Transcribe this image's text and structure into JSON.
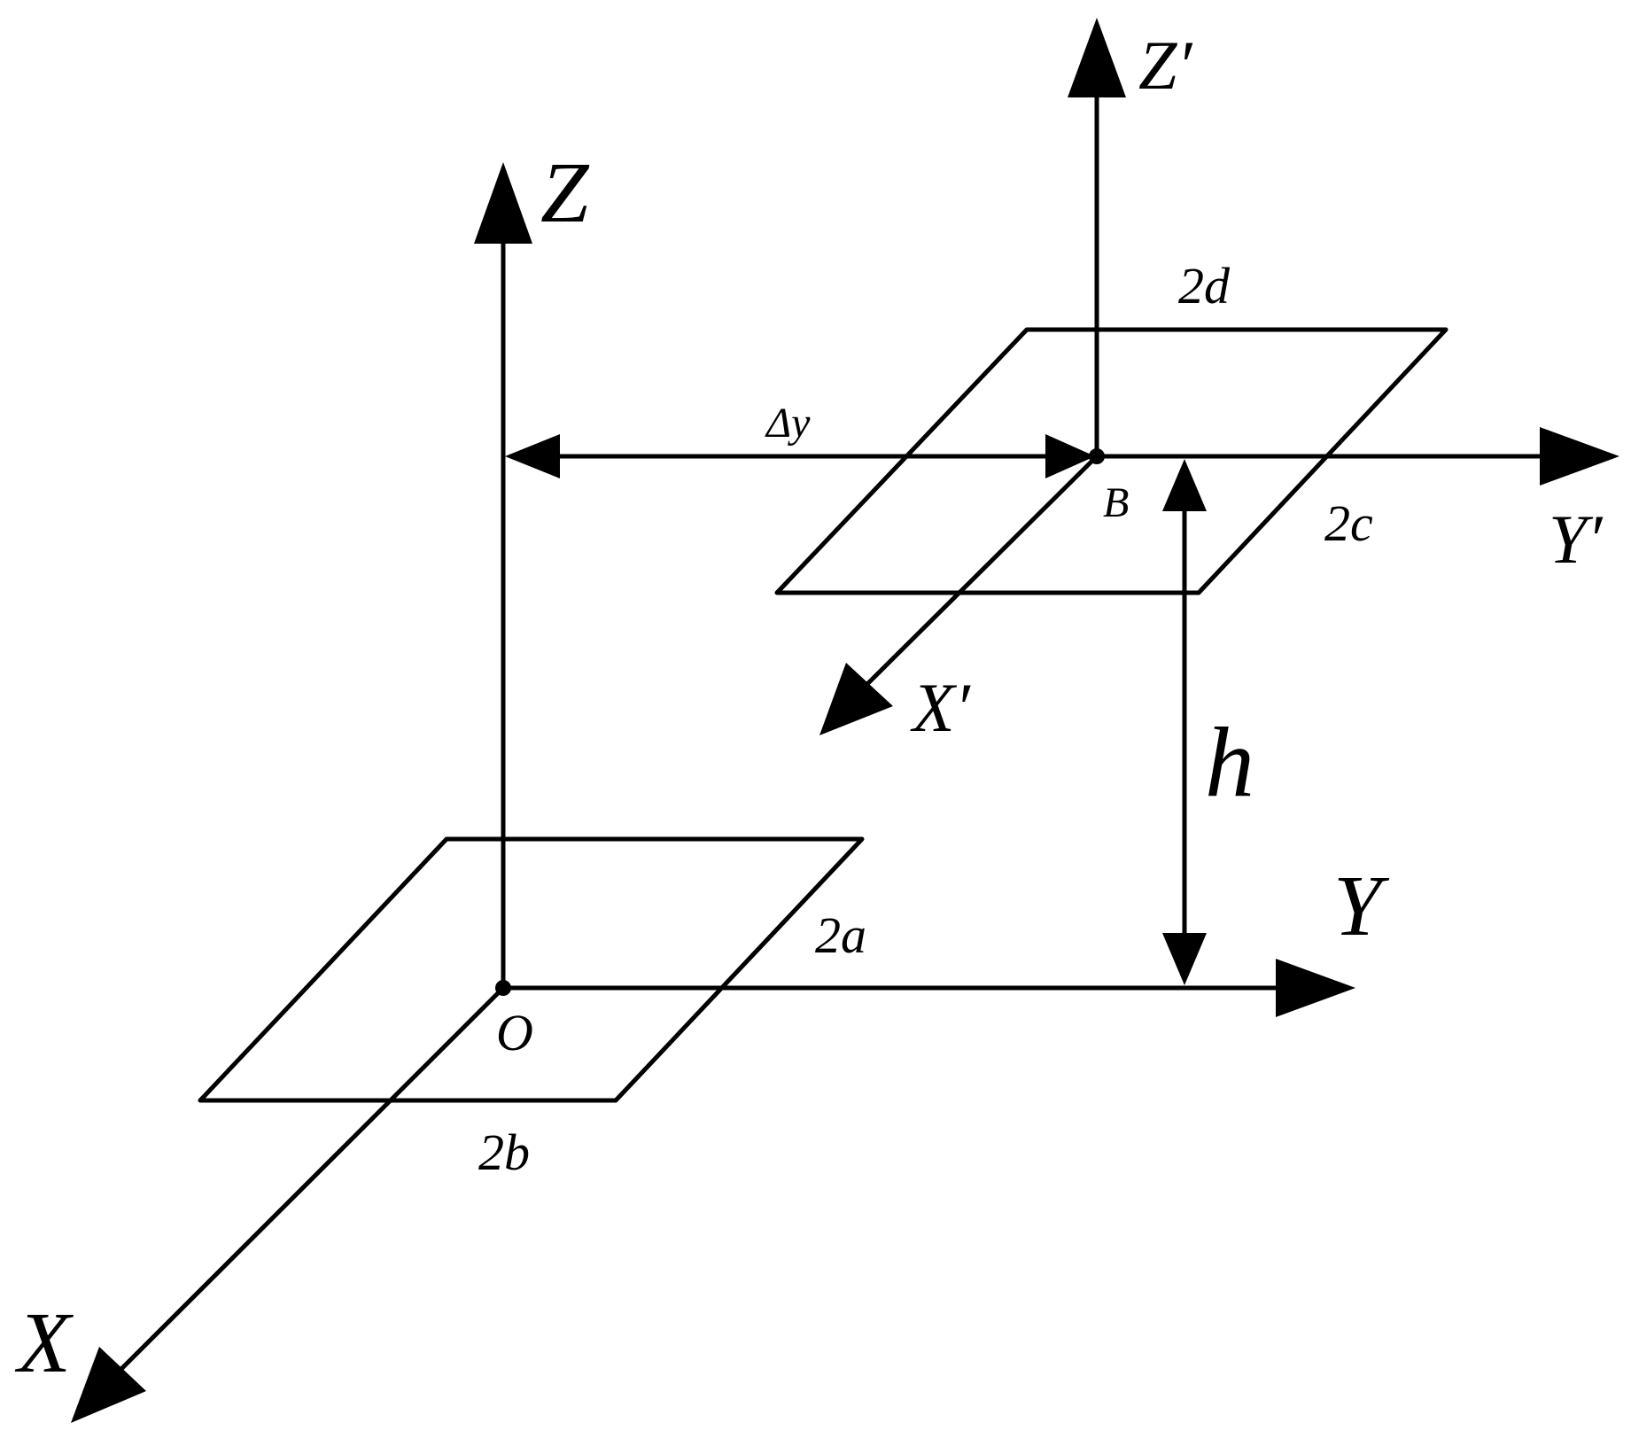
{
  "colors": {
    "stroke": "#000000",
    "background": "#ffffff"
  },
  "labels": {
    "z_axis": "Z",
    "z_prime_axis": "Z′",
    "y_axis": "Y",
    "y_prime_axis": "Y′",
    "x_axis": "X",
    "x_prime_axis": "X′",
    "origin": "O",
    "point_b": "B",
    "delta_y": "Δy",
    "height": "h",
    "dim_2a": "2a",
    "dim_2b": "2b",
    "dim_2c": "2c",
    "dim_2d": "2d"
  }
}
